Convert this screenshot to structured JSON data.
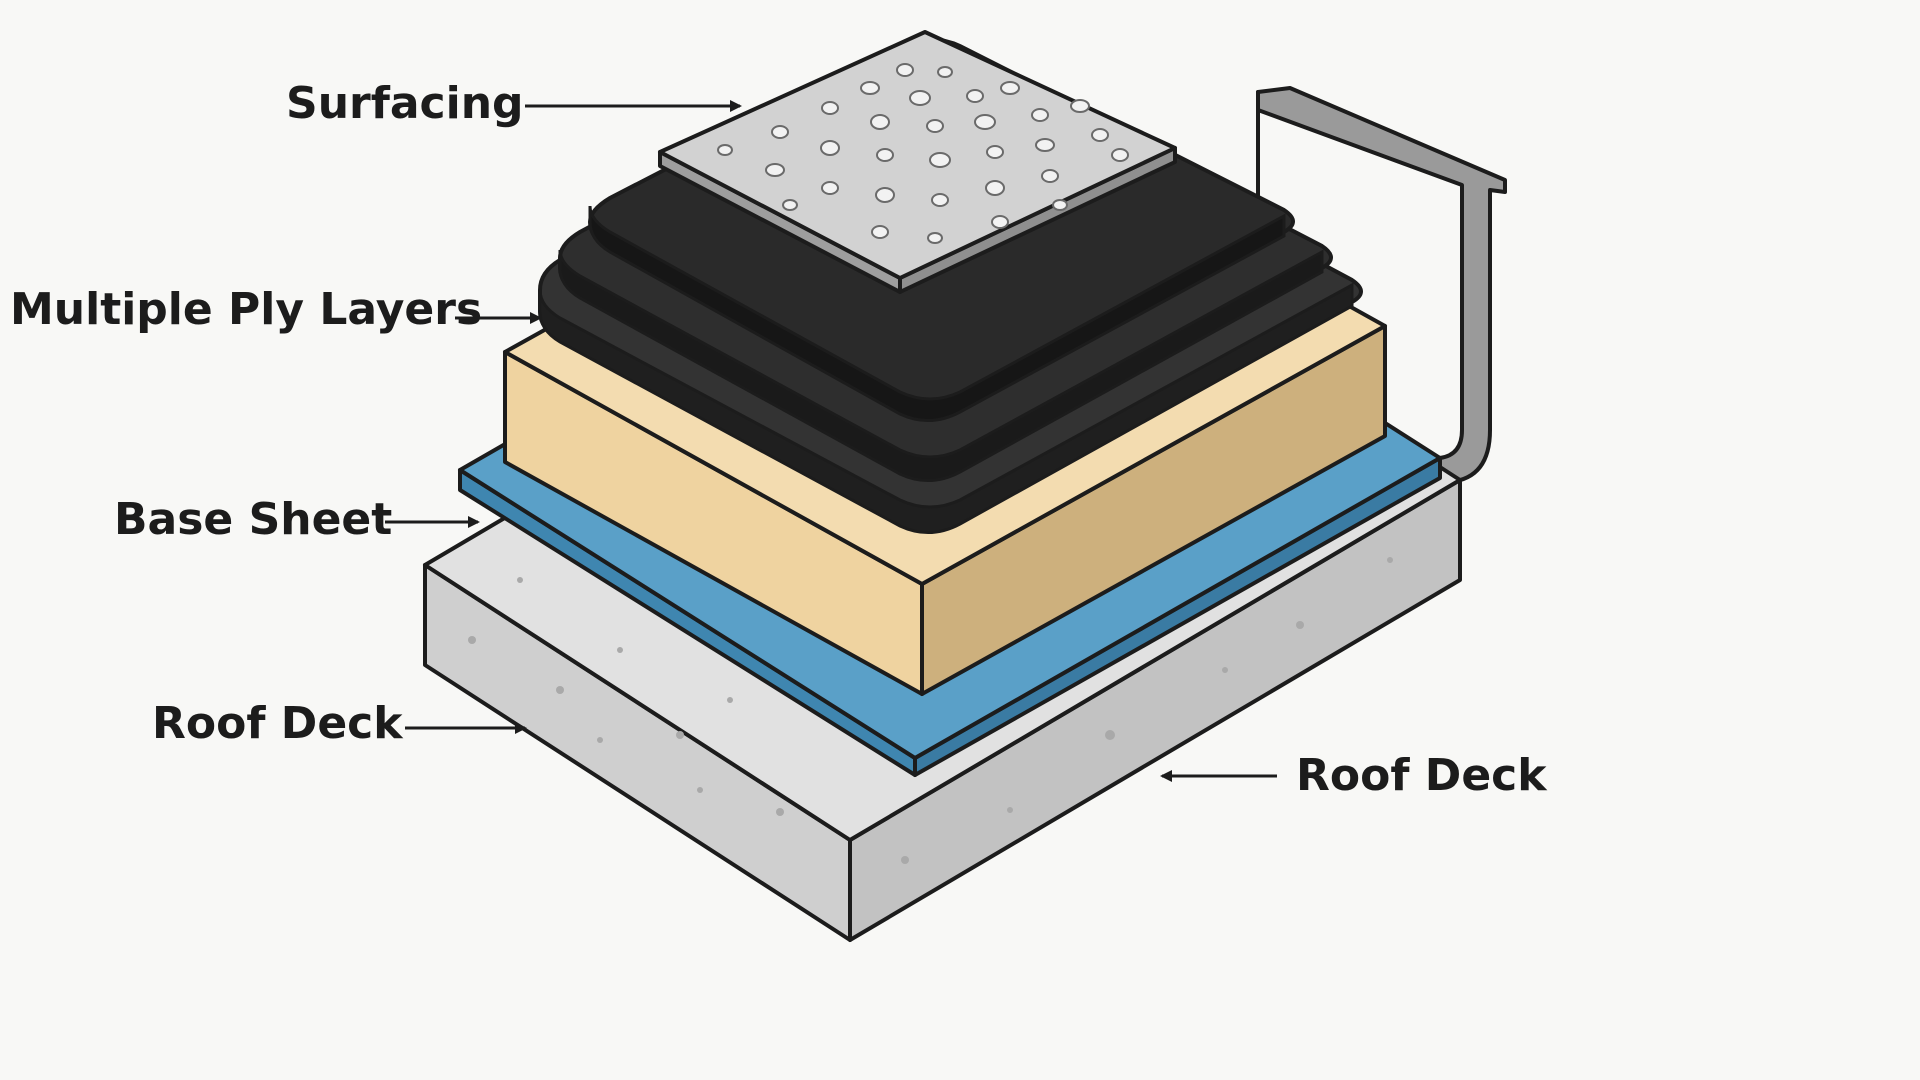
{
  "diagram": {
    "labels": {
      "surfacing": "Surfacing",
      "ply_layers": "Multiple Ply Layers",
      "base_sheet": "Base Sheet",
      "roof_deck_left": "Roof Deck",
      "roof_deck_right": "Roof Deck"
    },
    "colors": {
      "background": "#f8f8f6",
      "roof_deck": "#d6d6d6",
      "base_sheet": "#5aa0c8",
      "insulation": "#efd3a0",
      "ply_layers": "#2a2a2a",
      "surfacing": "#d2d2d2",
      "flashing": "#9a9a9a",
      "outline": "#1c1c1c"
    }
  }
}
